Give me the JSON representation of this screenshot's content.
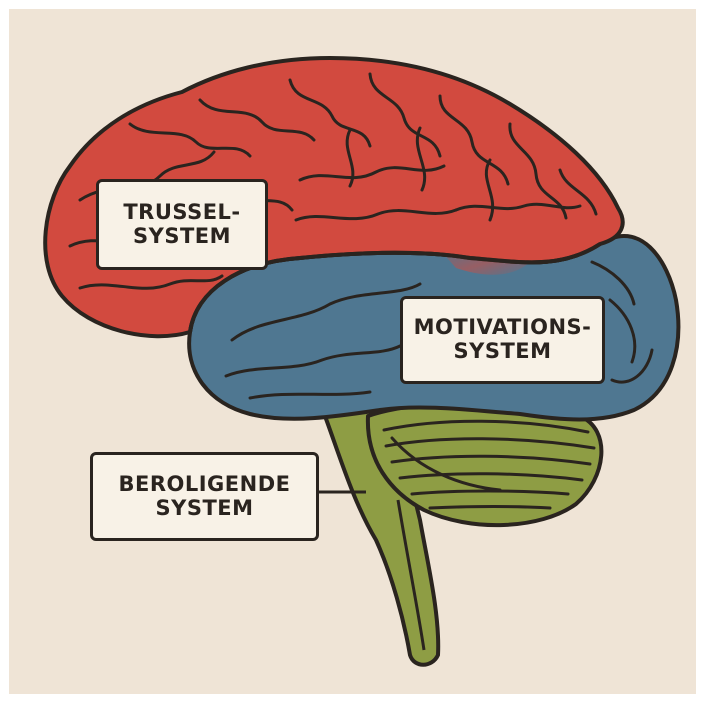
{
  "colors": {
    "background": "#efe4d6",
    "frame": "#ffffff",
    "outline": "#2a241f",
    "threat_system": "#d24a3f",
    "motivation_system": "#4f7791",
    "calming_system": "#8e9d44",
    "label_box_fill": "#f8f2e7"
  },
  "labels": {
    "threat_system": {
      "line1": "TRUSSEL-",
      "line2": "SYSTEM"
    },
    "motivation_system": {
      "line1": "MOTIVATIONS-",
      "line2": "SYSTEM"
    },
    "calming_system": {
      "line1": "BEROLIGENDE",
      "line2": "SYSTEM"
    }
  }
}
